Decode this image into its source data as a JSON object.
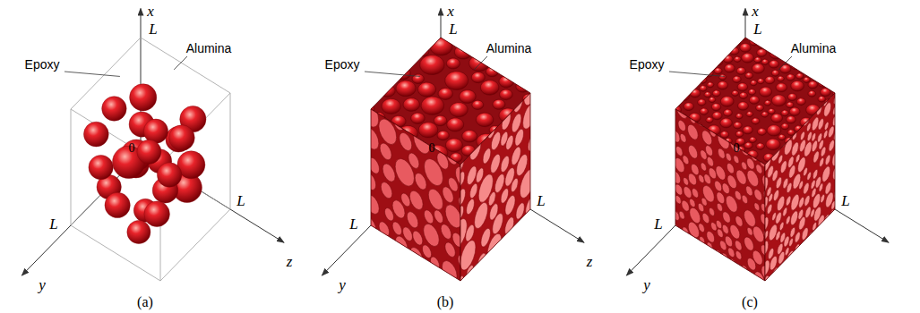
{
  "diagram": {
    "labels": [
      "x",
      "Epoxy",
      "Alumina",
      "L",
      "0",
      "L",
      "L",
      "y",
      "z",
      "(a)",
      "x",
      "Epoxy",
      "Alumina",
      "L",
      "0",
      "L",
      "L",
      "y",
      "z",
      "(b)",
      "x",
      "Epoxy",
      "Alumina",
      "L",
      "0",
      "L",
      "L",
      "y",
      "(c)"
    ]
  }
}
